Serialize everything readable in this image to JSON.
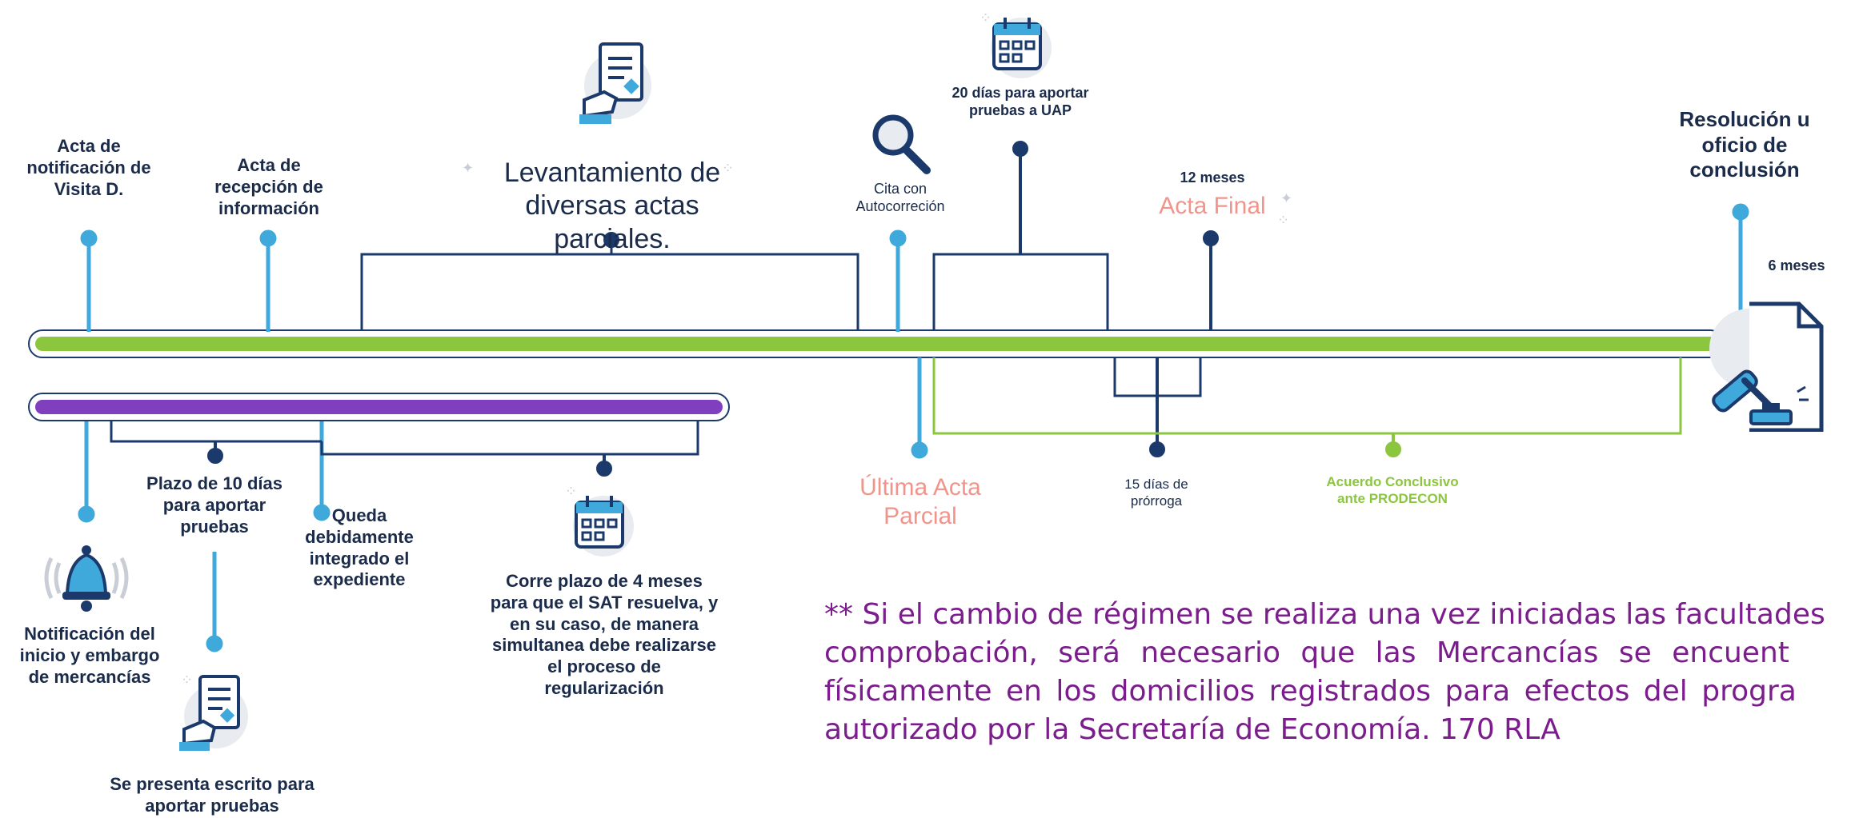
{
  "events": {
    "acta_notificacion": "Acta de\nnotificación de\nVisita D.",
    "acta_recepcion": "Acta de\nrecepción de\ninformación",
    "levantamiento": "Levantamiento de\ndiversas actas parciales.",
    "cita_autocorreccion": "Cita con\nAutocorreción",
    "veinte_dias": "20 días para aportar\npruebas a UAP",
    "doce_meses": "12 meses",
    "acta_final": "Acta Final",
    "resolucion": "Resolución u\noficio de\nconclusión",
    "seis_meses": "6 meses",
    "plazo_10_dias": "Plazo de 10 días\npara aportar\npruebas",
    "queda_integrado": "Queda\ndebidamente\nintegrado el\nexpediente",
    "notificacion_inicio": "Notificación del\ninicio y embargo\nde mercancías",
    "se_presenta": "Se presenta escrito para\naportar pruebas",
    "corre_plazo": "Corre plazo de 4 meses\npara que el SAT resuelva, y\nen su caso, de manera\nsimultanea debe realizarse\nel proceso de\nregularización",
    "ultima_acta": "Última Acta",
    "parcial": "Parcial",
    "quince_dias": "15 días de\nprórroga",
    "acuerdo_conclusivo": "Acuerdo Conclusivo\nante PRODECON"
  },
  "note": {
    "line1": "** Si el cambio de régimen se realiza una vez iniciadas las facultades",
    "line2": "comprobación, será necesario que las Mercancías se encuent",
    "line3": "físicamente en los domicilios registrados para efectos del progra",
    "line4": "autorizado por la Secretaría de Economía. 170 RLA"
  },
  "icons": {
    "doc_top": "document-hand-icon",
    "calendar_top": "calendar-icon",
    "search": "magnifier-icon",
    "bell": "bell-icon",
    "calendar_mid": "calendar-icon",
    "doc_bottom": "document-hand-icon",
    "gavel": "gavel-document-icon"
  },
  "colors": {
    "green_bar": "#8cc63f",
    "purple_bar": "#7f3fbf",
    "light_blue": "#3fa9dc",
    "navy": "#1b3a6b",
    "salmon": "#f0948c",
    "text_purple": "#7b1d8c"
  }
}
